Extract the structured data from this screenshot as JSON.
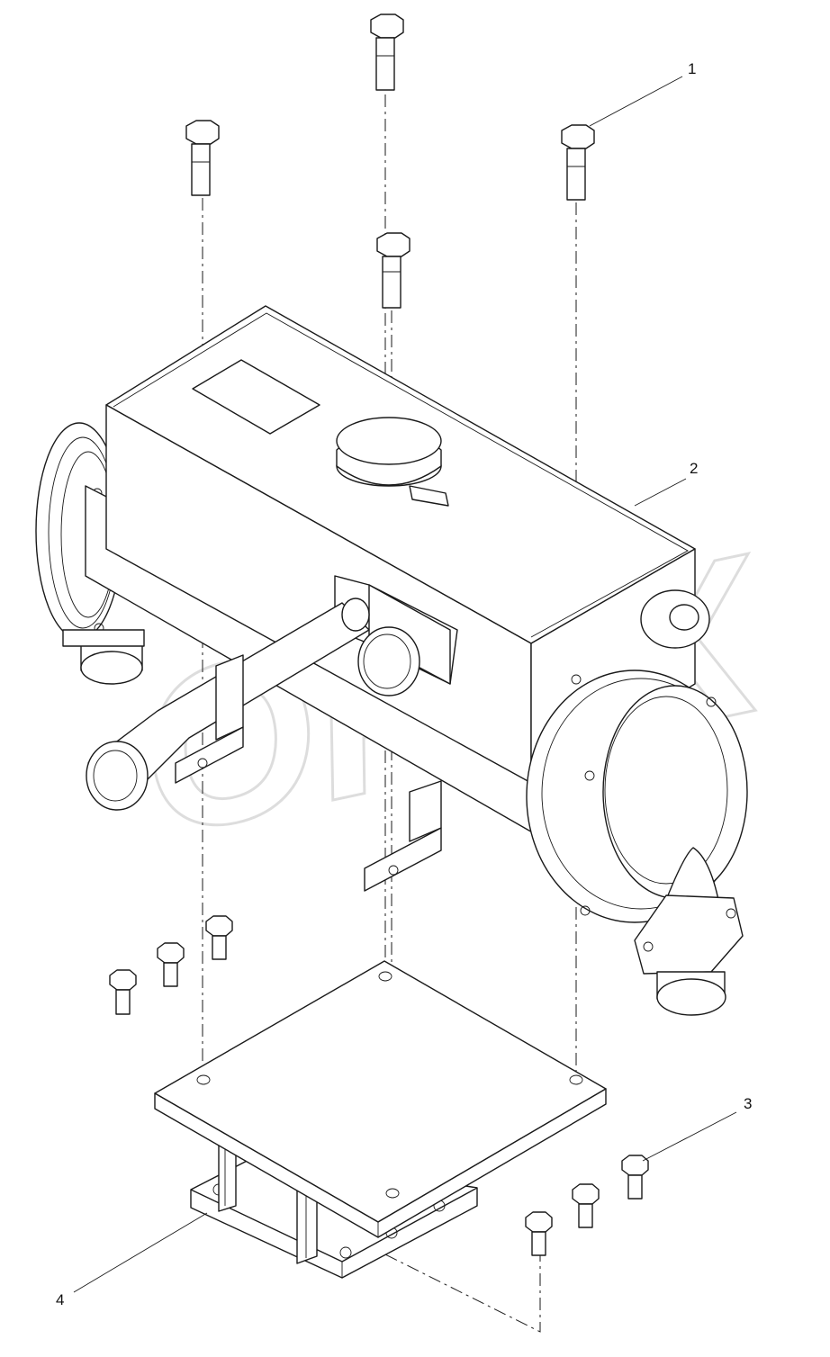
{
  "callouts": [
    {
      "label": "1",
      "part": "bolt"
    },
    {
      "label": "2",
      "part": "heat-exchanger-assembly"
    },
    {
      "label": "3",
      "part": "small-bolt"
    },
    {
      "label": "4",
      "part": "mounting-bracket"
    }
  ],
  "watermark": {
    "text": "OPEX"
  }
}
